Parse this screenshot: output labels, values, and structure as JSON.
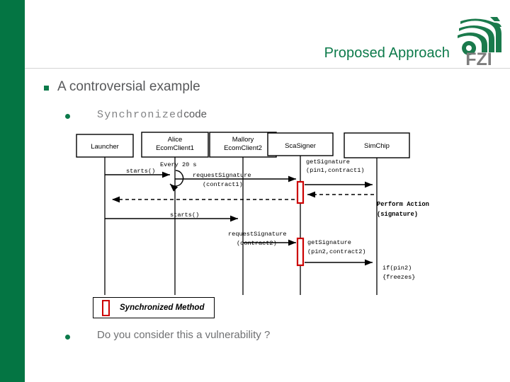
{
  "slide": {
    "title": "Proposed Approach",
    "accent_green": "#047543",
    "title_green": "#0c7a4a",
    "body_gray": "#58595b",
    "sync_red": "#cc0000"
  },
  "logo": {
    "wordmark": "FZI",
    "mark_color": "#1a7a4c",
    "word_color": "#7d7d7d"
  },
  "bullets": {
    "level1": "A controversial example",
    "sub1_mono": "Synchronized",
    "sub1_plain": "code",
    "sub2": "Do you consider this a vulnerability ?"
  },
  "legend": {
    "label": "Synchronized Method",
    "swatch_color": "#cc0000"
  },
  "diagram": {
    "type": "uml-sequence",
    "lifelines": [
      {
        "id": "launcher",
        "lines": [
          "Launcher"
        ]
      },
      {
        "id": "alice",
        "lines": [
          "Alice",
          "EcomClient1"
        ]
      },
      {
        "id": "mallory",
        "lines": [
          "Mallory",
          "EcomClient2"
        ]
      },
      {
        "id": "scasigner",
        "lines": [
          "ScaSigner"
        ]
      },
      {
        "id": "simchip",
        "lines": [
          "SimChip"
        ]
      }
    ],
    "messages": [
      {
        "label": "Every 20 s",
        "kind": "note"
      },
      {
        "label": "starts()",
        "kind": "call",
        "from": "launcher",
        "to": "alice"
      },
      {
        "label_line1": "requestSignature",
        "label_line2": "(contract1)",
        "kind": "call",
        "from": "alice",
        "to": "scasigner"
      },
      {
        "label_line1": "getSignature",
        "label_line2": "(pin1,contract1)",
        "kind": "call",
        "from": "scasigner",
        "to": "simchip"
      },
      {
        "label": "",
        "kind": "return",
        "from": "simchip",
        "to": "scasigner"
      },
      {
        "label": "",
        "kind": "return",
        "from": "scasigner",
        "to": "alice"
      },
      {
        "label_line1": "Perform Action",
        "label_line2": "(signature)",
        "kind": "note-bold"
      },
      {
        "label": "starts()",
        "kind": "call",
        "from": "launcher",
        "to": "mallory"
      },
      {
        "label_line1": "requestSignature",
        "label_line2": "(contract2)",
        "kind": "call",
        "from": "mallory",
        "to": "scasigner"
      },
      {
        "label_line1": "getSignature",
        "label_line2": "(pin2,contract2)",
        "kind": "call",
        "from": "scasigner",
        "to": "simchip"
      },
      {
        "label_line1": "if(pin2)",
        "label_line2": "{freezes}",
        "kind": "note"
      }
    ],
    "activations": [
      {
        "on": "scasigner",
        "synchronized": true
      },
      {
        "on": "scasigner",
        "synchronized": true
      }
    ]
  }
}
